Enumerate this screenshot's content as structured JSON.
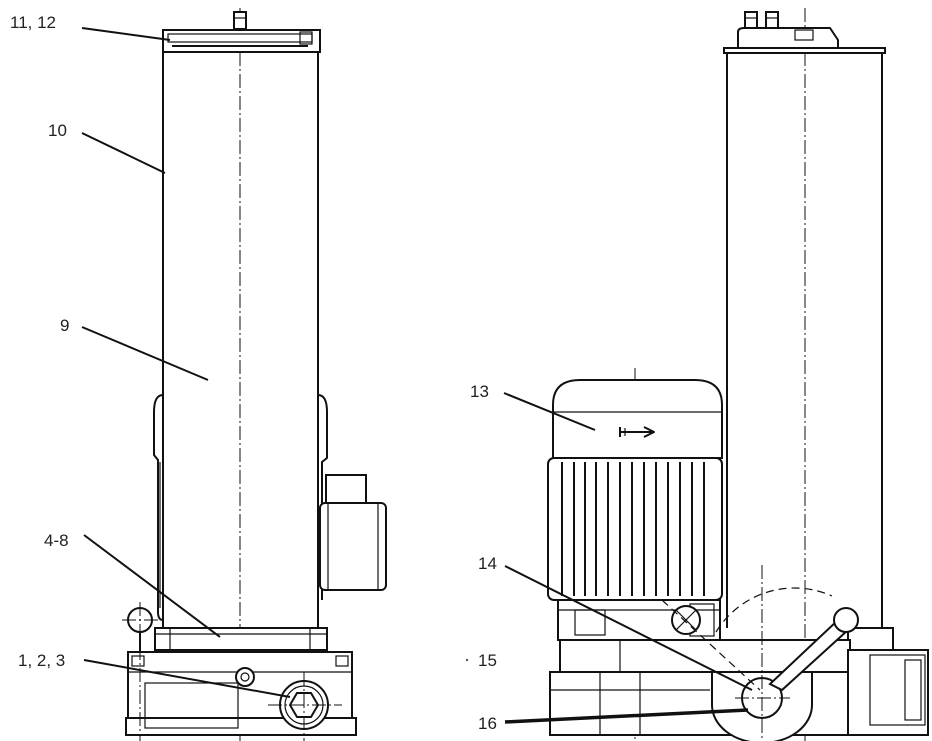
{
  "callouts": [
    "11, 12",
    "10",
    "9",
    "4-8",
    "1, 2, 3",
    "13",
    "14",
    "15",
    "16"
  ]
}
